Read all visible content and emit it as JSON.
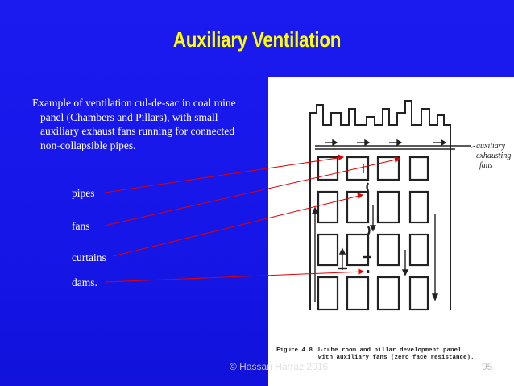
{
  "slide": {
    "title": "Auxiliary Ventilation",
    "intro_text": "Example of ventilation cul-de-sac in coal mine panel (Chambers and Pillars), with small auxiliary exhaust fans running for connected non-collapsible pipes.",
    "terms": [
      "pipes",
      "fans",
      "curtains",
      "dams."
    ],
    "footer": "©  Hassan Harraz 2016",
    "page_number": "95"
  },
  "figure": {
    "label_line1": "auxiliary",
    "label_line2": "exhausting",
    "label_line3": "fans",
    "caption_line1": "Figure 4.8 U-tube room and pillar development panel",
    "caption_line2": "with auxiliary fans (zero face resistance)."
  },
  "colors": {
    "background": "#1616e8",
    "title": "#ffff00",
    "text": "#ffffff",
    "leader_lines": "#e00000"
  }
}
